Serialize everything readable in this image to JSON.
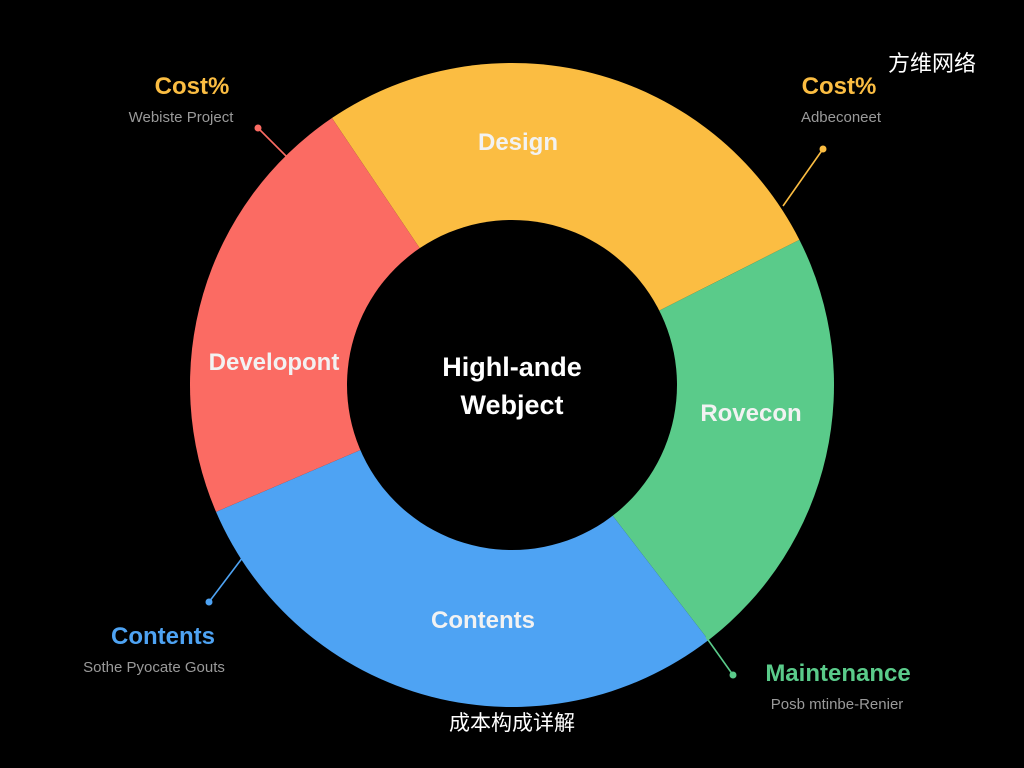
{
  "brand": "方维网络",
  "caption": "成本构成详解",
  "chart_data": {
    "type": "pie",
    "center_label": [
      "Highl-ande",
      "Webject"
    ],
    "slices": [
      {
        "label": "Design",
        "value": 27,
        "color": "#FBBD42"
      },
      {
        "label": "Rovecon",
        "value": 22,
        "color": "#5ACB8A"
      },
      {
        "label": "Contents",
        "value": 29,
        "color": "#4EA3F3"
      },
      {
        "label": "Developont",
        "value": 22,
        "color": "#FB6B63"
      }
    ],
    "start_angle_deg": -34
  },
  "callouts": [
    {
      "title": "Cost%",
      "subtitle": "Webiste Project",
      "color": "#FBBD42"
    },
    {
      "title": "Cost%",
      "subtitle": "Adbeconeet",
      "color": "#FBBD42"
    },
    {
      "title": "Contents",
      "subtitle": "Sothe Pyocate Gouts",
      "color": "#4EA3F3"
    },
    {
      "title": "Maintenance",
      "subtitle": "Posb mtinbe-Renier",
      "color": "#5ACB8A"
    }
  ],
  "leader_colors": [
    "#FB6B63",
    "#FBBD42",
    "#4EA3F3",
    "#5ACB8A"
  ]
}
